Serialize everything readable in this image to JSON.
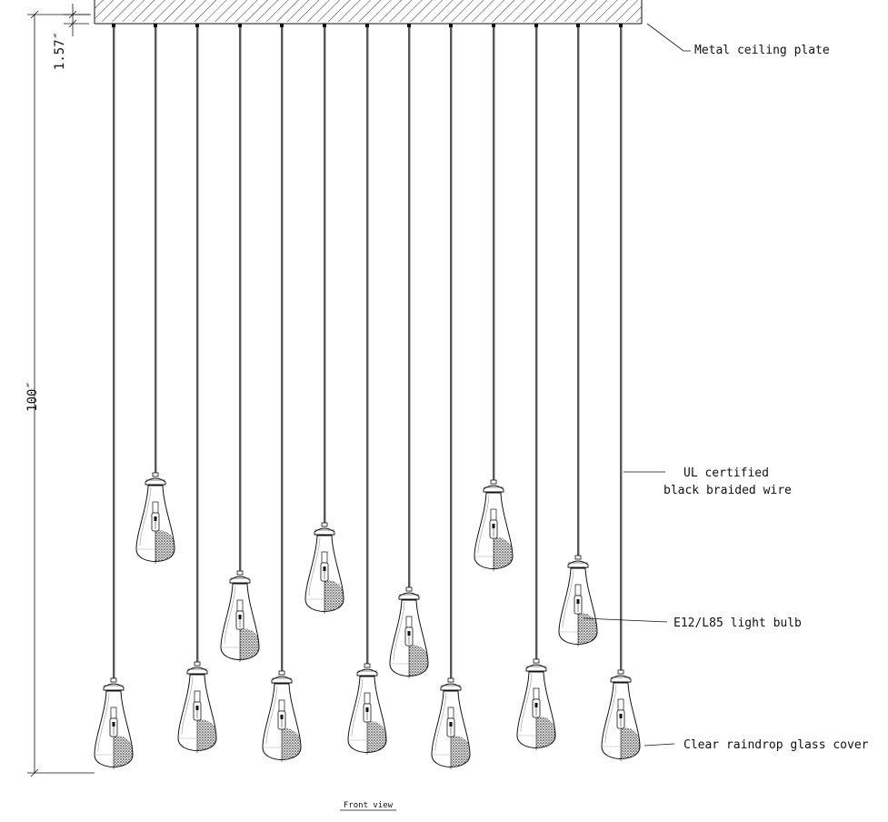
{
  "dimensions": {
    "plate_height": "1.57″",
    "total_drop": "100″"
  },
  "callouts": {
    "ceiling_plate": "Metal ceiling plate",
    "wire_line1": "UL certified",
    "wire_line2": "black braided wire",
    "bulb": "E12/L85 light bulb",
    "glass": "Clear raindrop glass cover"
  },
  "caption": "Front view",
  "pendant_count": 13,
  "colors": {
    "line": "#111111",
    "hatch": "#333333",
    "background": "#ffffff"
  }
}
